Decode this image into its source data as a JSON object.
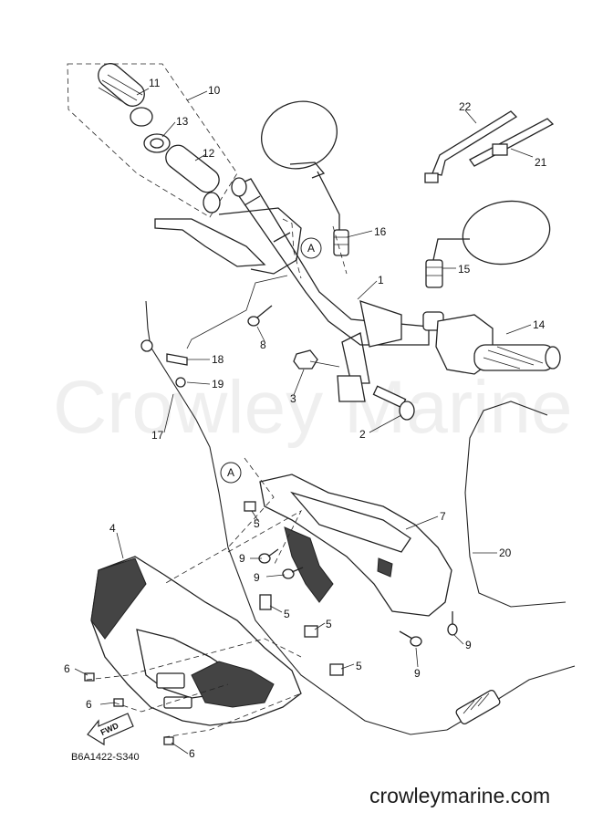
{
  "watermark": "Crowley Marine",
  "footer_url": "crowleymarine.com",
  "diagram_code": "B6A1422-S340",
  "fwd_label": "FWD",
  "ref_marker": "A",
  "callouts": {
    "c1": "1",
    "c2": "2",
    "c3": "3",
    "c4": "4",
    "c5a": "5",
    "c5b": "5",
    "c5c": "5",
    "c5d": "5",
    "c6a": "6",
    "c6b": "6",
    "c6c": "6",
    "c7": "7",
    "c8": "8",
    "c9a": "9",
    "c9b": "9",
    "c9c": "9",
    "c9d": "9",
    "c10": "10",
    "c11": "11",
    "c12": "12",
    "c13": "13",
    "c14": "14",
    "c15": "15",
    "c16": "16",
    "c17": "17",
    "c18": "18",
    "c19": "19",
    "c20": "20",
    "c21": "21",
    "c22": "22"
  }
}
